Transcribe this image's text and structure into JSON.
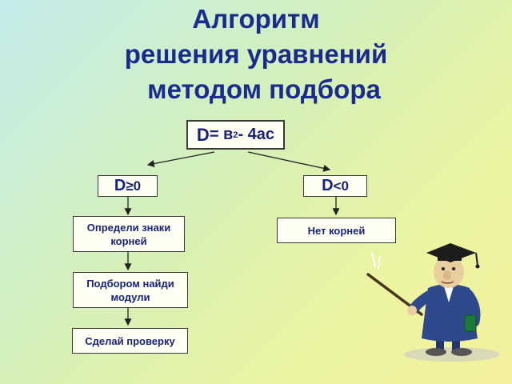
{
  "title": {
    "line1": "Алгоритм",
    "line2": "решения уравнений",
    "line3": "методом подбора"
  },
  "formula": {
    "d": "D",
    "eq": " = в",
    "sup": "2",
    "rest": " - 4ас"
  },
  "branch_left": {
    "d": "D",
    "sym": " ≥ ",
    "val": "0"
  },
  "branch_right": {
    "d": "D",
    "sym": " < ",
    "val": "0"
  },
  "steps": {
    "step1_line1": "Определи знаки",
    "step1_line2": "корней",
    "step2_line1": "Подбором найди",
    "step2_line2": "модули",
    "step3": "Сделай проверку",
    "no_roots": "Нет корней"
  },
  "colors": {
    "title": "#1a2a8e",
    "box_text": "#17237c",
    "box_fill": "#fffff4",
    "figure_robe": "#2f4a8c"
  },
  "icons": {
    "figure": "professor-with-pointer-icon"
  }
}
